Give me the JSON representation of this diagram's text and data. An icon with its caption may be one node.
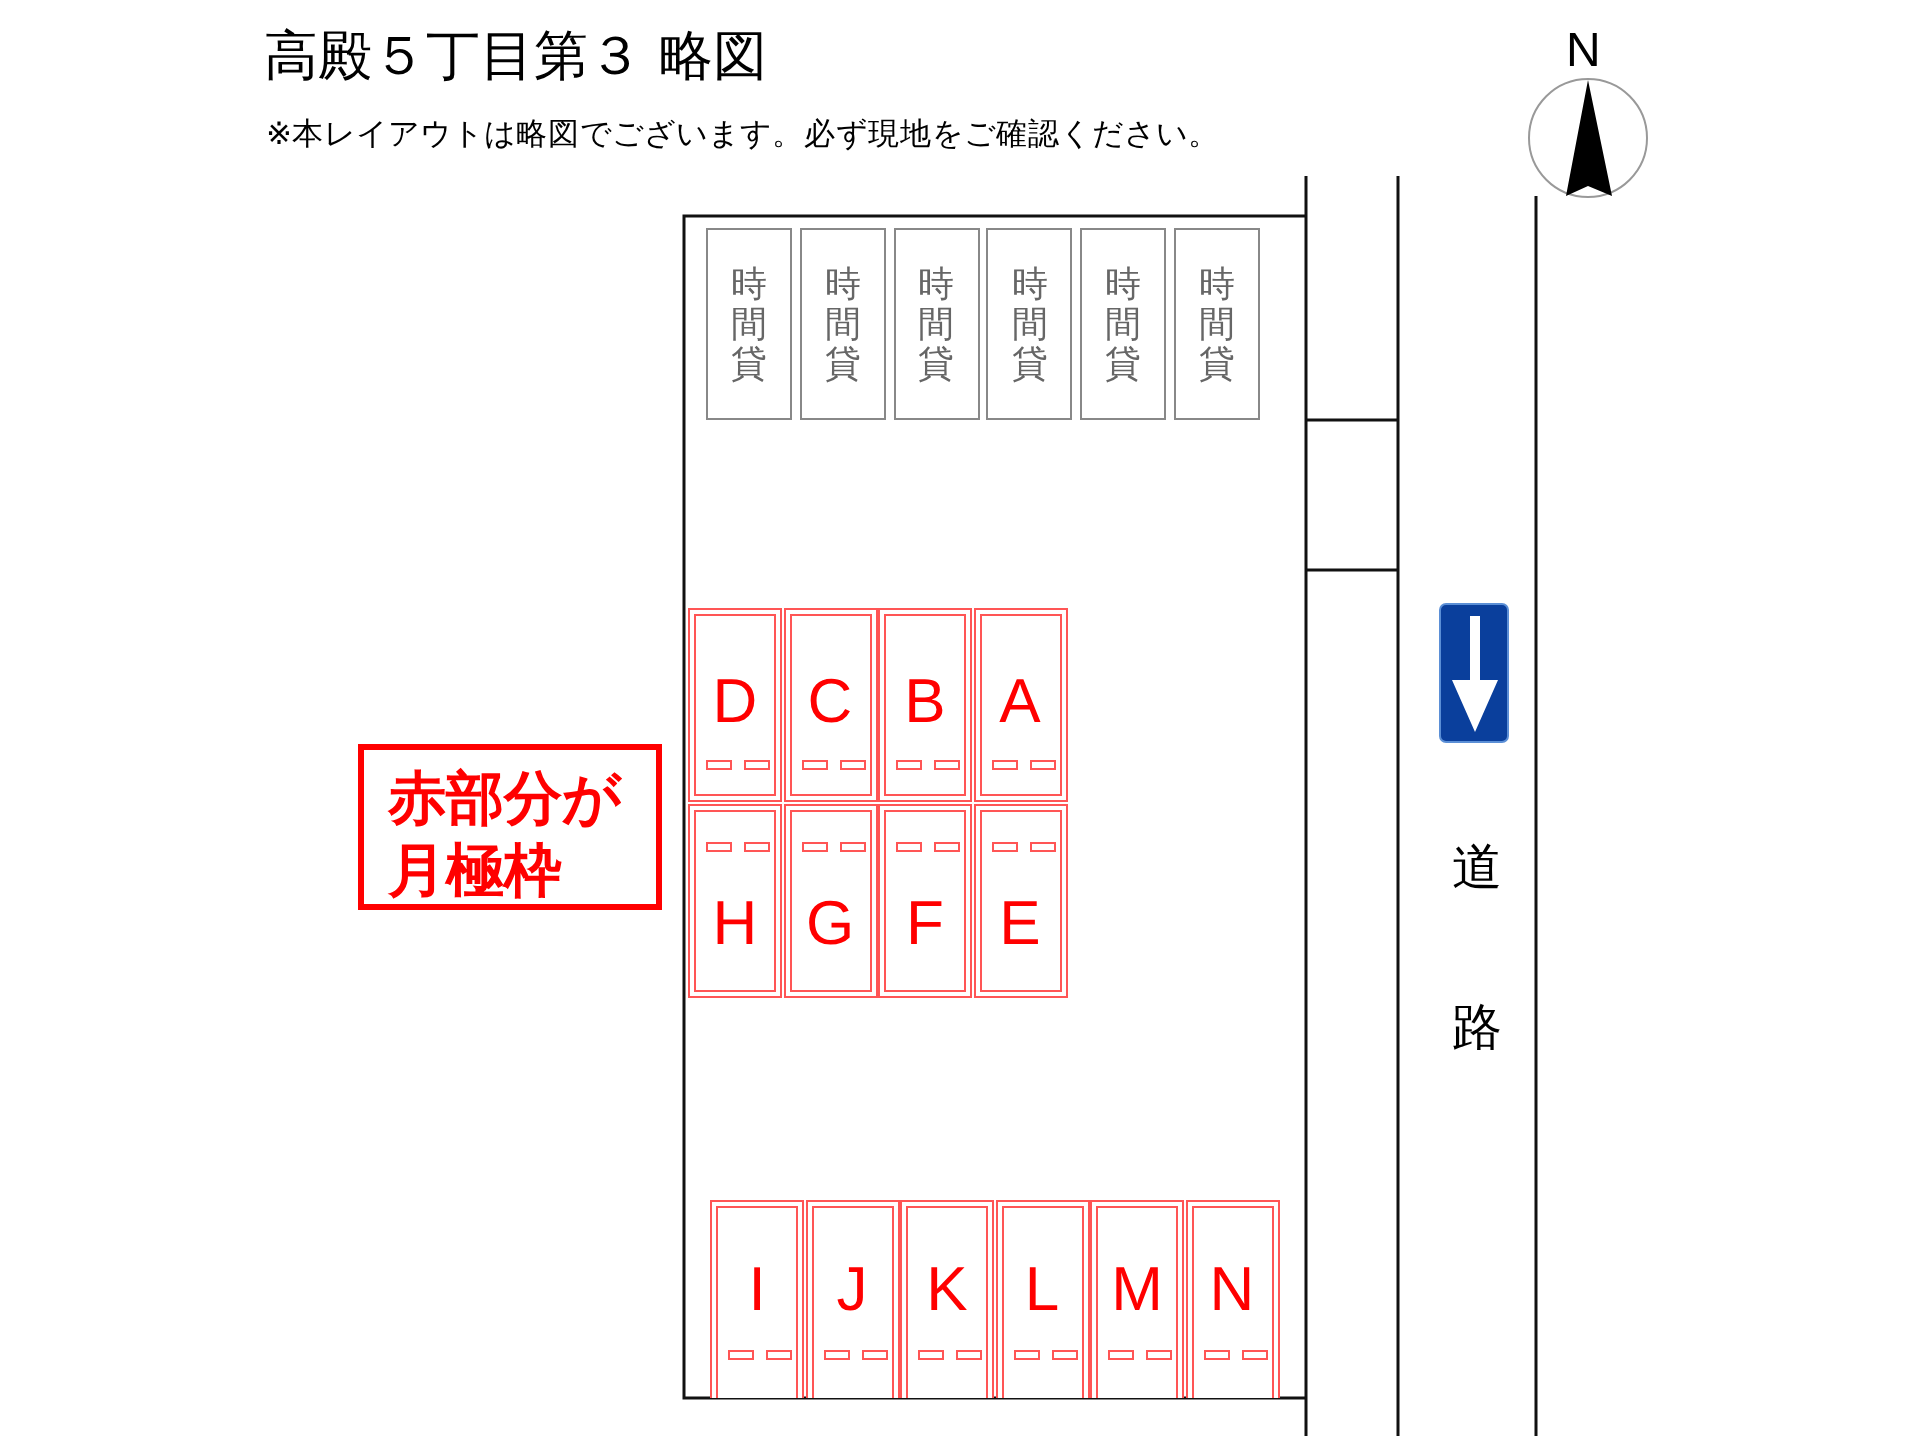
{
  "diagram": {
    "title": "高殿５丁目第３ 略図",
    "nodes": [
      {
        "text": [
          "時間貸"
        ]
      },
      {
        "text": [
          "時間貸"
        ]
      },
      {
        "text": [
          "時間貸"
        ]
      },
      {
        "text": [
          "時間貸"
        ]
      },
      {
        "text": [
          "時間貸"
        ]
      },
      {
        "text": [
          "時間貸"
        ]
      },
      {
        "text": [
          "D"
        ]
      },
      {
        "text": [
          "C"
        ]
      },
      {
        "text": [
          "B"
        ]
      },
      {
        "text": [
          "A"
        ]
      },
      {
        "text": [
          "H"
        ]
      },
      {
        "text": [
          "G"
        ]
      },
      {
        "text": [
          "F"
        ]
      },
      {
        "text": [
          "E"
        ]
      },
      {
        "text": [
          "I"
        ]
      },
      {
        "text": [
          "J"
        ]
      },
      {
        "text": [
          "K"
        ]
      },
      {
        "text": [
          "L"
        ]
      },
      {
        "text": [
          "M"
        ]
      },
      {
        "text": [
          "N"
        ]
      },
      {
        "text": [
          "赤部分が月極枠"
        ]
      }
    ],
    "labels": [
      "※本レイアウトは略図でございます。必ず現地をご確認ください。",
      "N",
      "道",
      "路"
    ]
  }
}
